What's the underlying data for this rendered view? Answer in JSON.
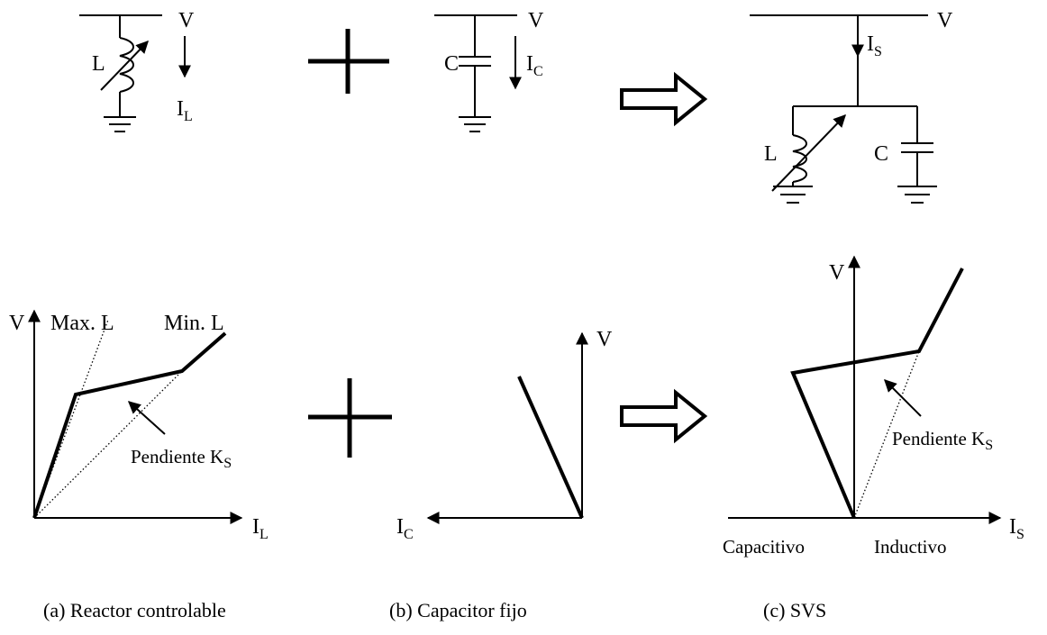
{
  "circuits": {
    "reactor": {
      "voltage": "V",
      "inductor": "L",
      "current": "I",
      "current_sub": "L"
    },
    "capacitor": {
      "voltage": "V",
      "capacitor": "C",
      "current": "I",
      "current_sub": "C"
    },
    "svs": {
      "voltage": "V",
      "current": "I",
      "current_sub": "S",
      "inductor": "L",
      "capacitor": "C"
    }
  },
  "graphs": {
    "reactor": {
      "y_axis": "V",
      "x_axis": "I",
      "x_axis_sub": "L",
      "max_label": "Max. L",
      "min_label": "Min. L",
      "slope_label": "Pendiente K",
      "slope_sub": "S"
    },
    "capacitor": {
      "y_axis": "V",
      "x_axis": "I",
      "x_axis_sub": "C"
    },
    "svs": {
      "y_axis": "V",
      "x_axis": "I",
      "x_axis_sub": "S",
      "slope_label": "Pendiente K",
      "slope_sub": "S",
      "left_region": "Capacitivo",
      "right_region": "Inductivo"
    }
  },
  "captions": {
    "a": "(a) Reactor controlable",
    "b": "(b) Capacitor fijo",
    "c": "(c) SVS"
  }
}
